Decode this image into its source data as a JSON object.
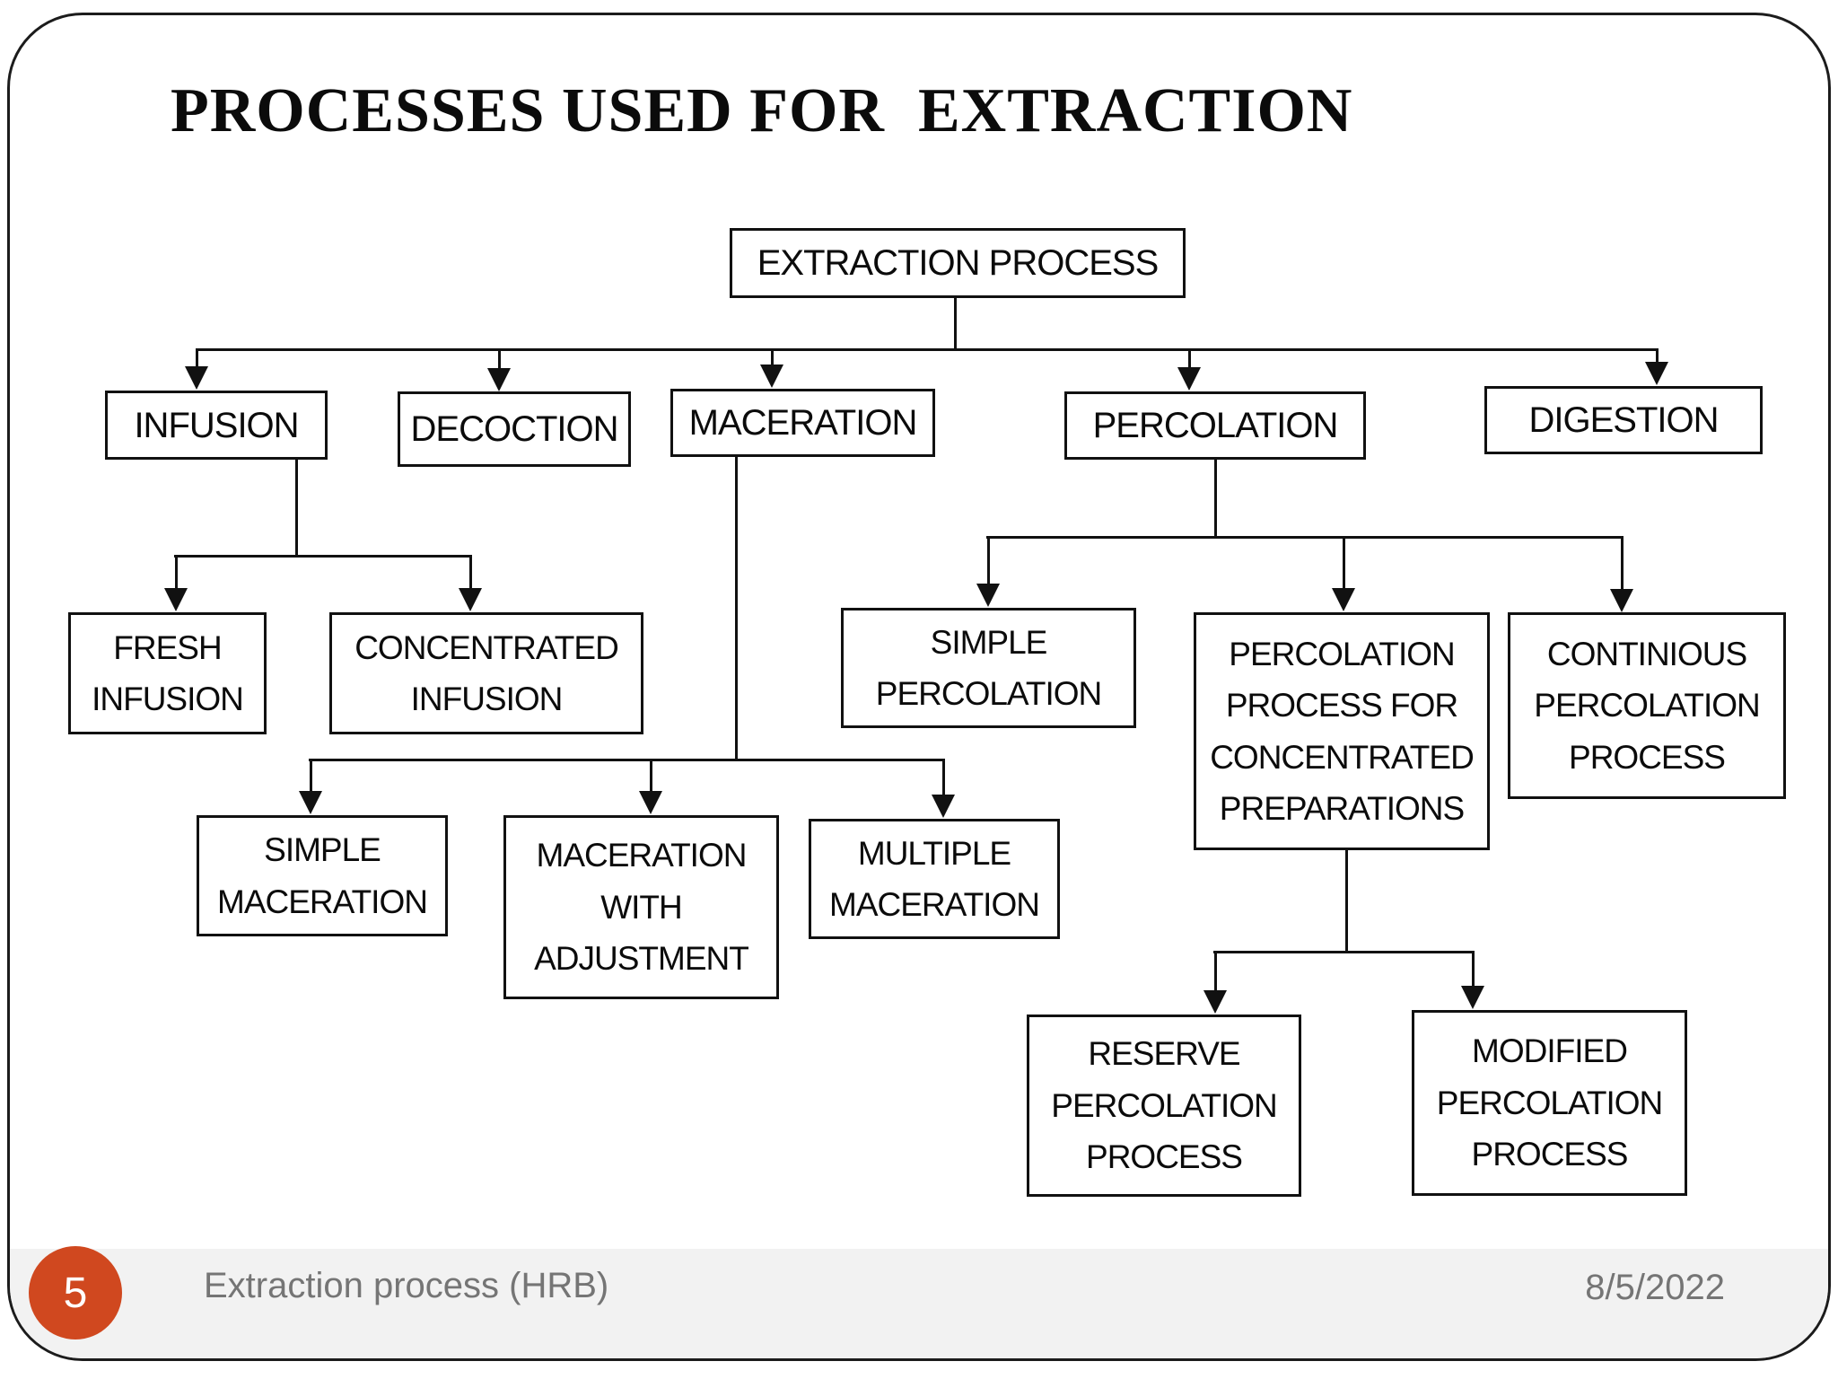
{
  "slide": {
    "title": "PROCESSES USED FOR  EXTRACTION",
    "page_number": "5",
    "footer_label": "Extraction process (HRB)",
    "date": "8/5/2022",
    "colors": {
      "accent_circle": "#d0481f",
      "footer_text": "#757575",
      "footer_band": "#f2f2f2",
      "box_border": "#111111",
      "text": "#0b0b0b"
    }
  },
  "diagram": {
    "nodes": {
      "root": "EXTRACTION PROCESS",
      "infusion": "INFUSION",
      "decoction": "DECOCTION",
      "maceration": "MACERATION",
      "percolation": "PERCOLATION",
      "digestion": "DIGESTION",
      "fresh_infusion": "FRESH INFUSION",
      "concentrated_infusion": "CONCENTRATED INFUSION",
      "simple_percolation": "SIMPLE PERCOLATION",
      "percolation_concentrated": "PERCOLATION PROCESS FOR CONCENTRATED PREPARATIONS",
      "continious_percolation": "CONTINIOUS PERCOLATION PROCESS",
      "simple_maceration": "SIMPLE MACERATION",
      "maceration_adjustment": "MACERATION WITH ADJUSTMENT",
      "multiple_maceration": "MULTIPLE MACERATION",
      "reserve_percolation": "RESERVE PERCOLATION PROCESS",
      "modified_percolation": "MODIFIED PERCOLATION PROCESS"
    },
    "edges": [
      [
        "root",
        "infusion"
      ],
      [
        "root",
        "decoction"
      ],
      [
        "root",
        "maceration"
      ],
      [
        "root",
        "percolation"
      ],
      [
        "root",
        "digestion"
      ],
      [
        "infusion",
        "fresh_infusion"
      ],
      [
        "infusion",
        "concentrated_infusion"
      ],
      [
        "maceration",
        "simple_maceration"
      ],
      [
        "maceration",
        "maceration_adjustment"
      ],
      [
        "maceration",
        "multiple_maceration"
      ],
      [
        "percolation",
        "simple_percolation"
      ],
      [
        "percolation",
        "percolation_concentrated"
      ],
      [
        "percolation",
        "continious_percolation"
      ],
      [
        "percolation_concentrated",
        "reserve_percolation"
      ],
      [
        "percolation_concentrated",
        "modified_percolation"
      ]
    ]
  }
}
